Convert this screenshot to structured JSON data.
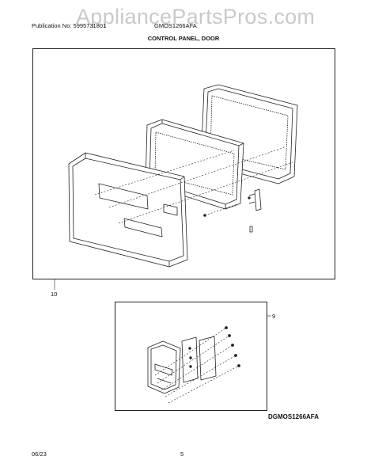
{
  "watermark": "AppliancePartsPros.com",
  "header": {
    "publication": "Publication No: 5995731801",
    "model": "GMOS1266AFA"
  },
  "section_title": "CONTROL PANEL, DOOR",
  "callouts": {
    "panel_assembly": "10",
    "handle_assembly": "9"
  },
  "diagram_code": "DGMOS1266AFA",
  "footer": {
    "date": "06/23",
    "page": "5"
  }
}
